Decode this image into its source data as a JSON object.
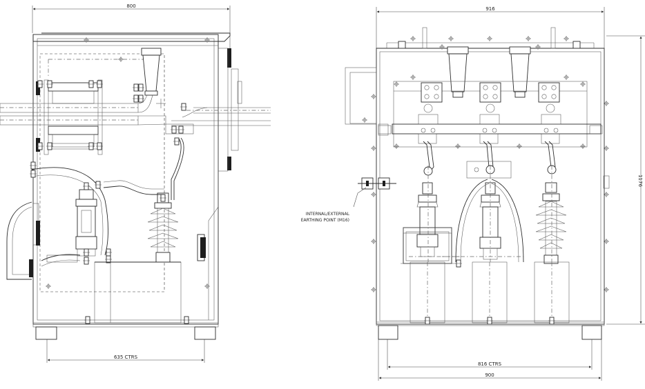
{
  "dimensions": {
    "left_width": "800",
    "left_ctrs": "635 CTRS",
    "right_width": "916",
    "right_height": "1176",
    "right_ctrs": "816 CTRS",
    "right_base": "900"
  },
  "notes": {
    "earthing_line1": "INTERNAL/EXTERNAL",
    "earthing_line2": "EARTHING POINT (M16)"
  }
}
